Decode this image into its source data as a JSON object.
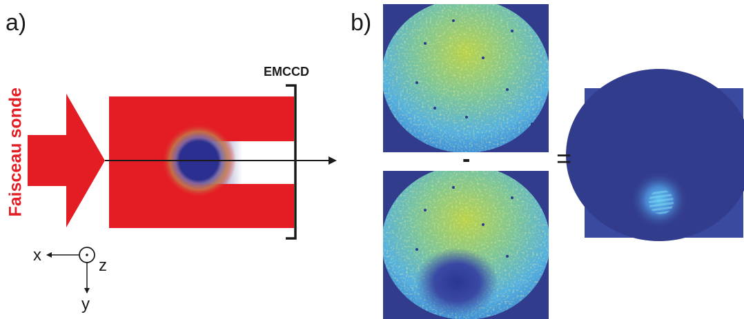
{
  "panel_a": {
    "label": "a)",
    "probe_label": "Faisceau sonde",
    "detector_label": "EMCCD",
    "axes": {
      "x": "x",
      "y": "y",
      "z": "z"
    }
  },
  "panel_b": {
    "label": "b)",
    "minus": "-",
    "equals": "="
  },
  "colors": {
    "beam_red": "#e41c24",
    "probe_text": "#e41c24",
    "atom_blue": "#2b2f8f",
    "halo": "#c47a4a",
    "image_bg": "#323c8c",
    "speckle_low": "#5ab4e6",
    "speckle_high": "#d2d23c"
  },
  "icons": [
    "double-arrow-icon",
    "z-axis-dot-icon"
  ]
}
